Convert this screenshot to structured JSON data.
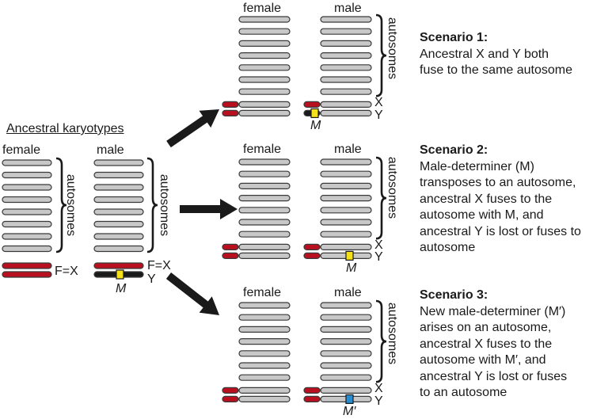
{
  "colors": {
    "autosome_fill": "#c8c8c8",
    "autosome_stroke": "#3a3a3a",
    "x_chrom": "#b8101f",
    "y_chrom": "#1a1a1a",
    "male_determiner": "#f5e11a",
    "new_male_determiner": "#2a8ccd",
    "arrow": "#1a1a1a"
  },
  "ancestral": {
    "title": "Ancestral karyotypes",
    "female_label": "female",
    "male_label": "male",
    "autosomes_label": "autosomes",
    "female_sex_label": "F=X",
    "male_x_label": "F=X",
    "male_y_label": "Y",
    "m_label": "M"
  },
  "karyotypes": {
    "female_label": "female",
    "male_label": "male",
    "autosomes_label": "autosomes",
    "x_label": "X",
    "y_label": "Y",
    "m_label": "M",
    "m_prime_label": "M′"
  },
  "scenarios": [
    {
      "heading": "Scenario 1:",
      "lines": [
        "Ancestral X and Y both",
        "fuse to the same autosome"
      ]
    },
    {
      "heading": "Scenario 2:",
      "lines": [
        "Male-determiner (M)",
        "transposes to an autosome,",
        "ancestral X fuses to the",
        "autosome with M, and",
        "ancestral Y is lost or fuses to",
        "autosome"
      ]
    },
    {
      "heading": "Scenario 3:",
      "lines": [
        "New male-determiner (M′)",
        "arises on an autosome,",
        "ancestral X fuses to the",
        "autosome with M′, and",
        "ancestral Y is lost or fuses",
        "to an autosome"
      ]
    }
  ]
}
